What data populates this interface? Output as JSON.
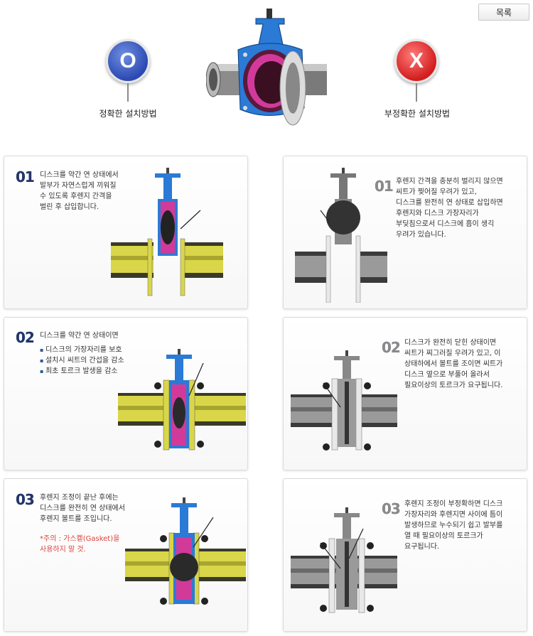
{
  "header": {
    "list_button": "목록"
  },
  "correct": {
    "badge": "O",
    "label": "정확한 설치방법"
  },
  "incorrect": {
    "badge": "X",
    "label": "부정확한 설치방법"
  },
  "correct_steps": [
    {
      "num": "01",
      "lines": [
        "디스크를 약간 연 상태에서",
        "발부가 자연스럽게 끼워질",
        "수 있도록 후렌지 간격을",
        "벌린 후 삽입합니다."
      ]
    },
    {
      "num": "02",
      "intro": "디스크를 약간 연 상태이면",
      "bullets": [
        "디스크의 가장자리를 보호",
        "설치시 씨트의 간섭을 감소",
        "최초 토르크 발생을 감소"
      ]
    },
    {
      "num": "03",
      "lines": [
        "후렌지 조정이 끝난 후에는",
        "디스크를 완전히 연 상태에서",
        "후렌지 볼트를 조입니다."
      ],
      "note": [
        "*주의 : 가스켙(Gasket)을",
        "사용하지 말 것."
      ]
    }
  ],
  "incorrect_steps": [
    {
      "num": "01",
      "lines": [
        "후렌지 간격을 충분히 벌리지 않으면",
        "씨트가 찢어질 우려가 있고,",
        "디스크를 완전히 연 상태로 삽입하면",
        "후렌지와 디스크 가장자리가",
        "부딪침으로서 디스크에 흠이 생긱",
        "우려가 있습니다."
      ]
    },
    {
      "num": "02",
      "lines": [
        "디스크가 완전히 닫힌 상태이면",
        "씨트가 찌그러질 우려가 있고, 이",
        "상태하에서 볼트를 조이면 씨트가",
        "디스크 옆으로 부풀어 올라서",
        "필요이상의 토르크가 요구됩니다."
      ]
    },
    {
      "num": "03",
      "lines": [
        "후렌지 조정이 부정확하면 디스크",
        "가장자리와 후렌지면 사이에 틈이",
        "발생하므로 누수되기 쉽고 발부를",
        "열 때 필요이상의 토르크가",
        "요구됩니다."
      ]
    }
  ],
  "colors": {
    "valve_blue": "#1f78d8",
    "valve_pink": "#d23a9a",
    "pipe_yellow": "#d6d24a",
    "dark_blue": "#23356a",
    "warning_red": "#e0403a"
  }
}
